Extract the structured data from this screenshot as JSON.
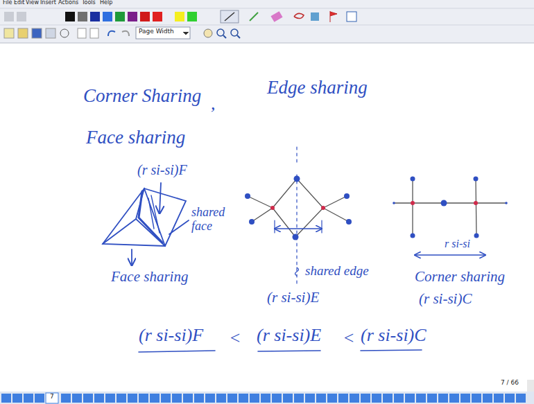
{
  "diagram": {
    "labels": [
      "File",
      "Edit",
      "View",
      "Insert",
      "Actions",
      "Tools",
      "Help",
      "Page Width",
      "Corner Sharing",
      ",",
      "Edge sharing",
      "Face sharing",
      "(r si-si)F",
      "shared face",
      "Face sharing",
      "shared edge",
      "r si-si",
      "(r si-si)E",
      "Corner sharing",
      "(r si-si)C",
      "(r si-si)F",
      "<",
      "(r si-si)E",
      "<",
      "(r si-si)C",
      "7 / 66",
      "7"
    ]
  }
}
